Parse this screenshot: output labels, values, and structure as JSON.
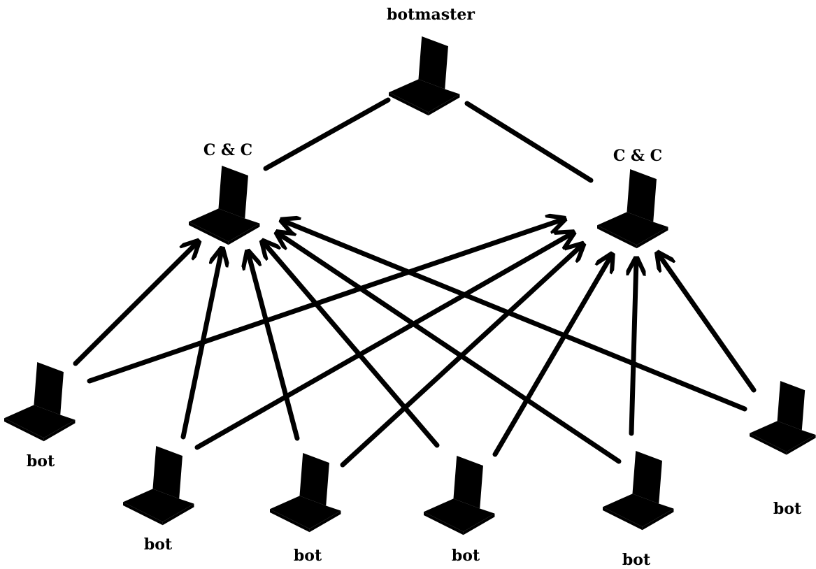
{
  "nodes": {
    "botmaster": {
      "label": "botmaster"
    },
    "cc_left": {
      "label": "C & C"
    },
    "cc_right": {
      "label": "C & C"
    },
    "bot_1": {
      "label": "bot"
    },
    "bot_2": {
      "label": "bot"
    },
    "bot_3": {
      "label": "bot"
    },
    "bot_4": {
      "label": "bot"
    },
    "bot_5": {
      "label": "bot"
    },
    "bot_6": {
      "label": "bot"
    }
  },
  "connections": [
    {
      "from": "botmaster",
      "to": "cc_left",
      "arrow": false
    },
    {
      "from": "botmaster",
      "to": "cc_right",
      "arrow": false
    },
    {
      "from": "bot_1",
      "to": "cc_left",
      "arrow": true
    },
    {
      "from": "bot_1",
      "to": "cc_right",
      "arrow": true
    },
    {
      "from": "bot_2",
      "to": "cc_left",
      "arrow": true
    },
    {
      "from": "bot_2",
      "to": "cc_right",
      "arrow": true
    },
    {
      "from": "bot_3",
      "to": "cc_left",
      "arrow": true
    },
    {
      "from": "bot_3",
      "to": "cc_right",
      "arrow": true
    },
    {
      "from": "bot_4",
      "to": "cc_left",
      "arrow": true
    },
    {
      "from": "bot_4",
      "to": "cc_right",
      "arrow": true
    },
    {
      "from": "bot_5",
      "to": "cc_left",
      "arrow": true
    },
    {
      "from": "bot_5",
      "to": "cc_right",
      "arrow": true
    },
    {
      "from": "bot_6",
      "to": "cc_left",
      "arrow": true
    },
    {
      "from": "bot_6",
      "to": "cc_right",
      "arrow": true
    }
  ],
  "icon": "laptop-icon"
}
